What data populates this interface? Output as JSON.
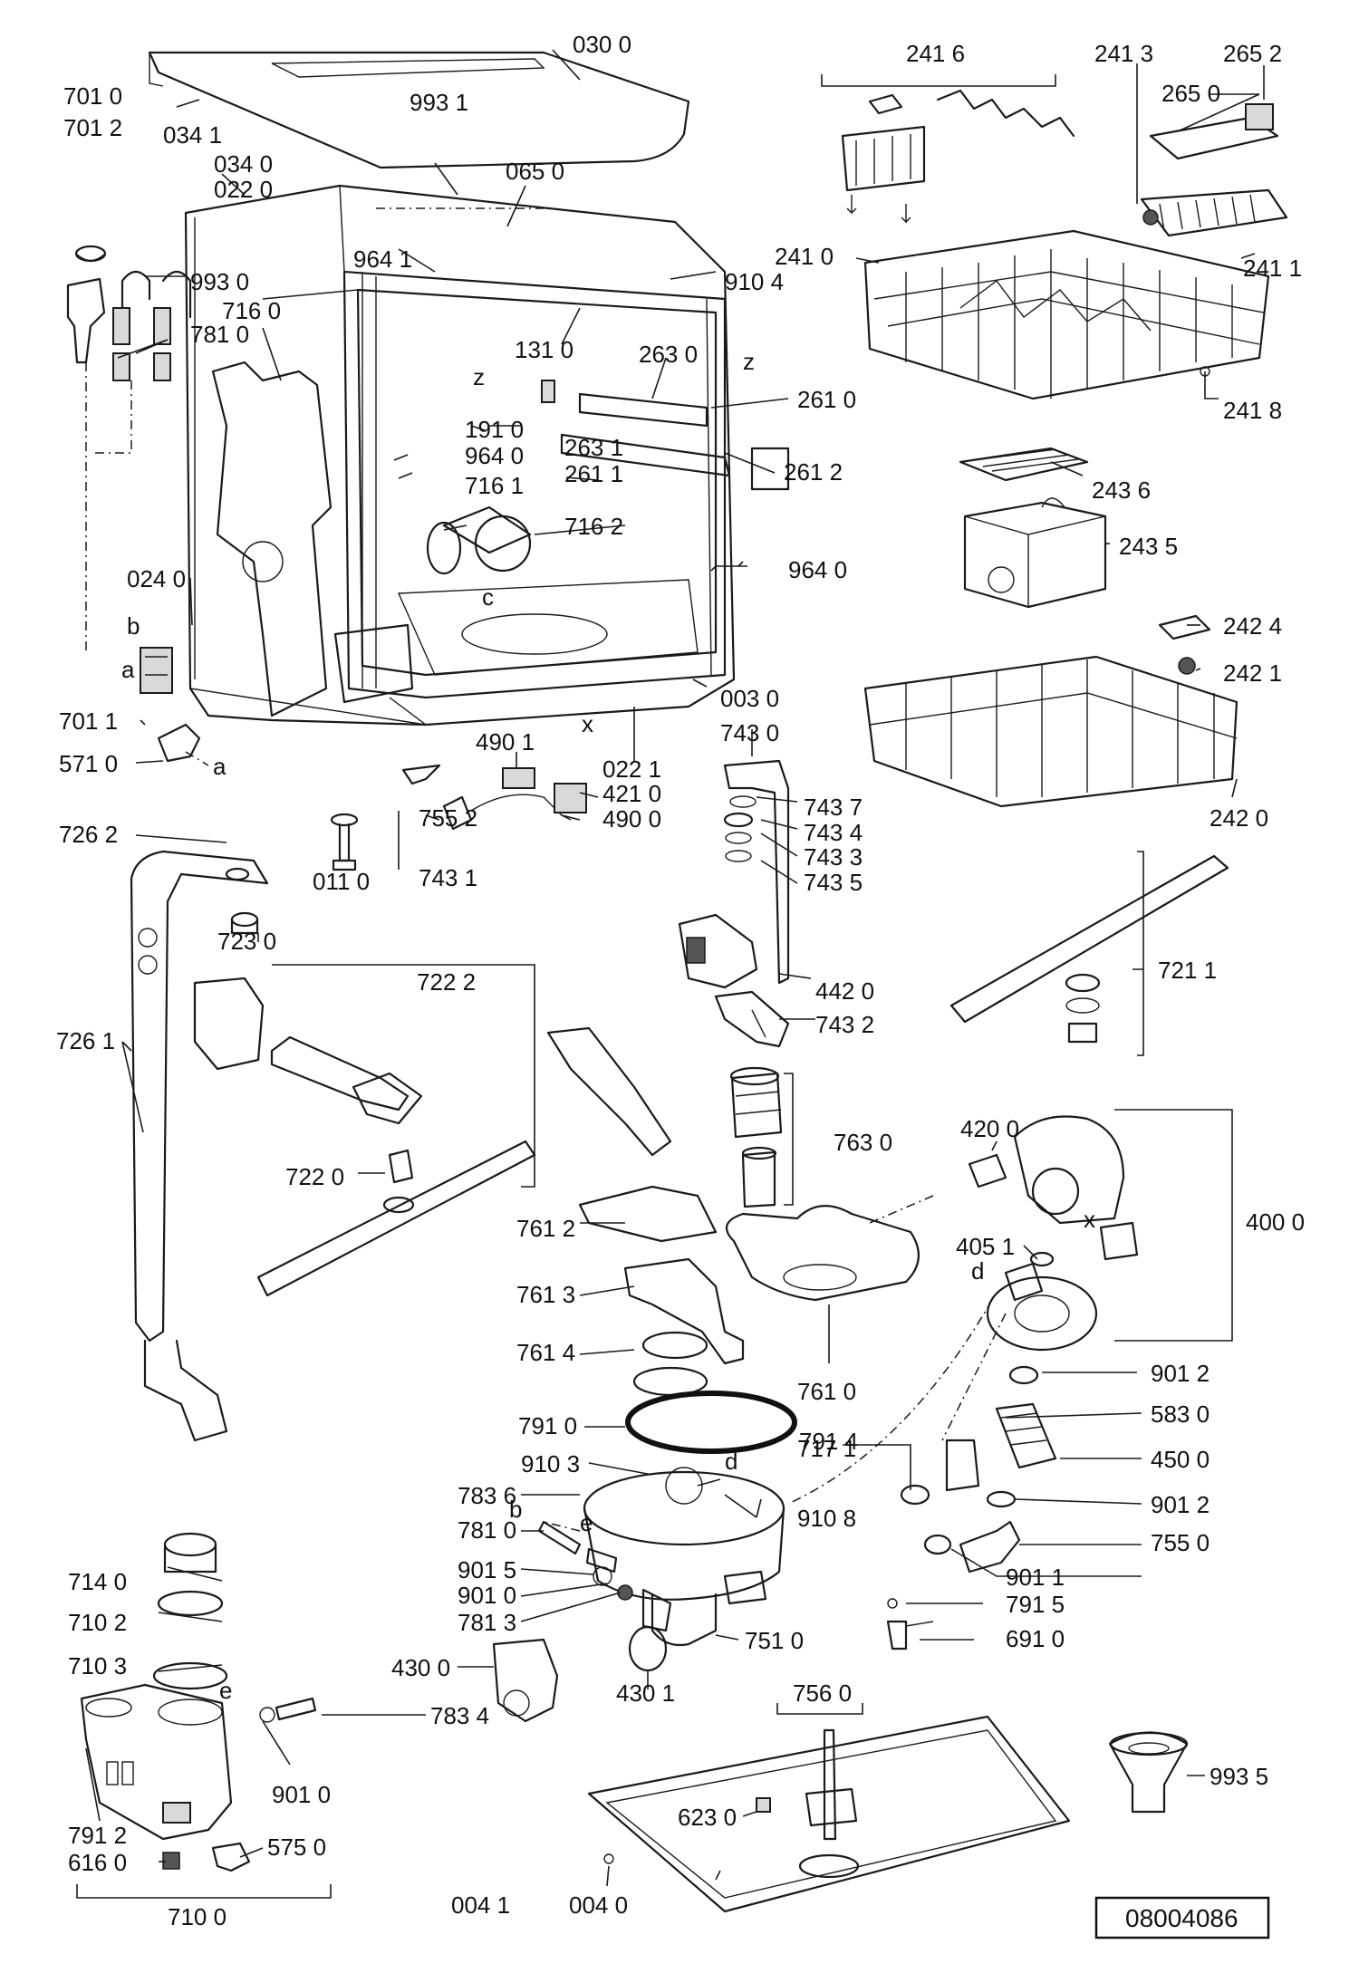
{
  "labels": [
    {
      "id": "030-0",
      "text": "030 0"
    },
    {
      "id": "993-1",
      "text": "993 1"
    },
    {
      "id": "701-0",
      "text": "701 0"
    },
    {
      "id": "701-2",
      "text": "701 2"
    },
    {
      "id": "034-1",
      "text": "034 1"
    },
    {
      "id": "034-0",
      "text": "034 0"
    },
    {
      "id": "022-0",
      "text": "022 0"
    },
    {
      "id": "065-0",
      "text": "065 0"
    },
    {
      "id": "241-6",
      "text": "241 6"
    },
    {
      "id": "241-3",
      "text": "241 3"
    },
    {
      "id": "265-2",
      "text": "265 2"
    },
    {
      "id": "265-0",
      "text": "265 0"
    },
    {
      "id": "993-0",
      "text": "993 0"
    },
    {
      "id": "964-1",
      "text": "964 1"
    },
    {
      "id": "910-4",
      "text": "910 4"
    },
    {
      "id": "241-0",
      "text": "241 0"
    },
    {
      "id": "241-1",
      "text": "241 1"
    },
    {
      "id": "716-0",
      "text": "716 0"
    },
    {
      "id": "781-0a",
      "text": "781 0"
    },
    {
      "id": "131-0",
      "text": "131 0"
    },
    {
      "id": "263-0",
      "text": "263 0"
    },
    {
      "id": "261-0",
      "text": "261 0"
    },
    {
      "id": "241-8",
      "text": "241 8"
    },
    {
      "id": "191-0",
      "text": "191 0"
    },
    {
      "id": "263-1",
      "text": "263 1"
    },
    {
      "id": "964-0a",
      "text": "964 0"
    },
    {
      "id": "261-1",
      "text": "261 1"
    },
    {
      "id": "261-2",
      "text": "261 2"
    },
    {
      "id": "716-1",
      "text": "716 1"
    },
    {
      "id": "716-2",
      "text": "716 2"
    },
    {
      "id": "243-6",
      "text": "243 6"
    },
    {
      "id": "243-5",
      "text": "243 5"
    },
    {
      "id": "024-0",
      "text": "024 0"
    },
    {
      "id": "964-0b",
      "text": "964 0"
    },
    {
      "id": "242-4",
      "text": "242 4"
    },
    {
      "id": "242-1",
      "text": "242 1"
    },
    {
      "id": "003-0",
      "text": "003 0"
    },
    {
      "id": "701-1",
      "text": "701 1"
    },
    {
      "id": "571-0",
      "text": "571 0"
    },
    {
      "id": "743-0",
      "text": "743 0"
    },
    {
      "id": "490-1",
      "text": "490 1"
    },
    {
      "id": "022-1",
      "text": "022 1"
    },
    {
      "id": "421-0",
      "text": "421 0"
    },
    {
      "id": "490-0",
      "text": "490 0"
    },
    {
      "id": "242-0",
      "text": "242 0"
    },
    {
      "id": "743-7",
      "text": "743 7"
    },
    {
      "id": "726-2",
      "text": "726 2"
    },
    {
      "id": "755-2",
      "text": "755 2"
    },
    {
      "id": "743-4",
      "text": "743 4"
    },
    {
      "id": "743-3",
      "text": "743 3"
    },
    {
      "id": "011-0",
      "text": "011 0"
    },
    {
      "id": "743-1",
      "text": "743 1"
    },
    {
      "id": "743-5",
      "text": "743 5"
    },
    {
      "id": "723-0",
      "text": "723 0"
    },
    {
      "id": "721-1",
      "text": "721 1"
    },
    {
      "id": "722-2",
      "text": "722 2"
    },
    {
      "id": "442-0",
      "text": "442 0"
    },
    {
      "id": "743-2",
      "text": "743 2"
    },
    {
      "id": "726-1",
      "text": "726 1"
    },
    {
      "id": "763-0",
      "text": "763 0"
    },
    {
      "id": "420-0",
      "text": "420 0"
    },
    {
      "id": "722-0",
      "text": "722 0"
    },
    {
      "id": "400-0",
      "text": "400 0"
    },
    {
      "id": "761-2",
      "text": "761 2"
    },
    {
      "id": "405-1",
      "text": "405 1"
    },
    {
      "id": "761-3",
      "text": "761 3"
    },
    {
      "id": "761-4",
      "text": "761 4"
    },
    {
      "id": "761-0",
      "text": "761 0"
    },
    {
      "id": "901-2a",
      "text": "901 2"
    },
    {
      "id": "583-0",
      "text": "583 0"
    },
    {
      "id": "791-0",
      "text": "791 0"
    },
    {
      "id": "791-4",
      "text": "791 4"
    },
    {
      "id": "910-3",
      "text": "910 3"
    },
    {
      "id": "717-1",
      "text": "717 1"
    },
    {
      "id": "450-0",
      "text": "450 0"
    },
    {
      "id": "783-6",
      "text": "783 6"
    },
    {
      "id": "910-8",
      "text": "910 8"
    },
    {
      "id": "901-2b",
      "text": "901 2"
    },
    {
      "id": "781-0b",
      "text": "781 0"
    },
    {
      "id": "755-0",
      "text": "755 0"
    },
    {
      "id": "901-5",
      "text": "901 5"
    },
    {
      "id": "901-1",
      "text": "901 1"
    },
    {
      "id": "714-0",
      "text": "714 0"
    },
    {
      "id": "901-0a",
      "text": "901 0"
    },
    {
      "id": "791-5",
      "text": "791 5"
    },
    {
      "id": "781-3",
      "text": "781 3"
    },
    {
      "id": "751-0",
      "text": "751 0"
    },
    {
      "id": "710-2",
      "text": "710 2"
    },
    {
      "id": "691-0",
      "text": "691 0"
    },
    {
      "id": "710-3",
      "text": "710 3"
    },
    {
      "id": "430-0",
      "text": "430 0"
    },
    {
      "id": "430-1",
      "text": "430 1"
    },
    {
      "id": "756-0",
      "text": "756 0"
    },
    {
      "id": "783-4",
      "text": "783 4"
    },
    {
      "id": "993-5",
      "text": "993 5"
    },
    {
      "id": "901-0b",
      "text": "901 0"
    },
    {
      "id": "623-0",
      "text": "623 0"
    },
    {
      "id": "791-2",
      "text": "791 2"
    },
    {
      "id": "575-0",
      "text": "575 0"
    },
    {
      "id": "616-0",
      "text": "616 0"
    },
    {
      "id": "004-1",
      "text": "004 1"
    },
    {
      "id": "004-0",
      "text": "004 0"
    },
    {
      "id": "710-0",
      "text": "710 0"
    }
  ],
  "connection_letters": [
    {
      "id": "z1",
      "text": "z"
    },
    {
      "id": "z2",
      "text": "z"
    },
    {
      "id": "c1",
      "text": "c"
    },
    {
      "id": "b1",
      "text": "b"
    },
    {
      "id": "a1",
      "text": "a"
    },
    {
      "id": "a2",
      "text": "a"
    },
    {
      "id": "x1",
      "text": "x"
    },
    {
      "id": "x2",
      "text": "x"
    },
    {
      "id": "d1",
      "text": "d"
    },
    {
      "id": "d2",
      "text": "d"
    },
    {
      "id": "b2",
      "text": "b"
    },
    {
      "id": "e1",
      "text": "e"
    },
    {
      "id": "e2",
      "text": "e"
    }
  ],
  "drawing_number": "08004086"
}
